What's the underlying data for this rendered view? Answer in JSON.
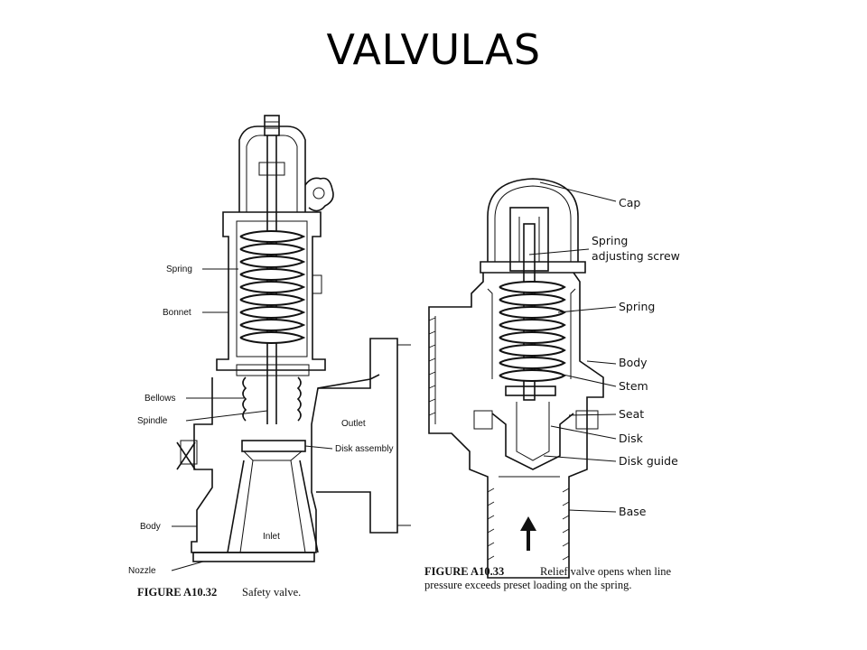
{
  "slide": {
    "title": "VALVULAS"
  },
  "figure_left": {
    "labels": {
      "spring": "Spring",
      "bonnet": "Bonnet",
      "bellows": "Bellows",
      "spindle": "Spindle",
      "outlet": "Outlet",
      "disk_assembly": "Disk assembly",
      "inlet": "Inlet",
      "body": "Body",
      "nozzle": "Nozzle"
    },
    "caption_number": "FIGURE A10.32",
    "caption_text": "Safety valve."
  },
  "figure_right": {
    "labels": {
      "cap": "Cap",
      "spring_adjusting_1": "Spring",
      "spring_adjusting_2": "adjusting screw",
      "spring": "Spring",
      "body": "Body",
      "stem": "Stem",
      "seat": "Seat",
      "disk": "Disk",
      "disk_guide": "Disk guide",
      "base": "Base"
    },
    "caption_number": "FIGURE A10.33",
    "caption_line1": "Relief valve opens when line",
    "caption_line2": "pressure exceeds preset loading on the spring."
  }
}
